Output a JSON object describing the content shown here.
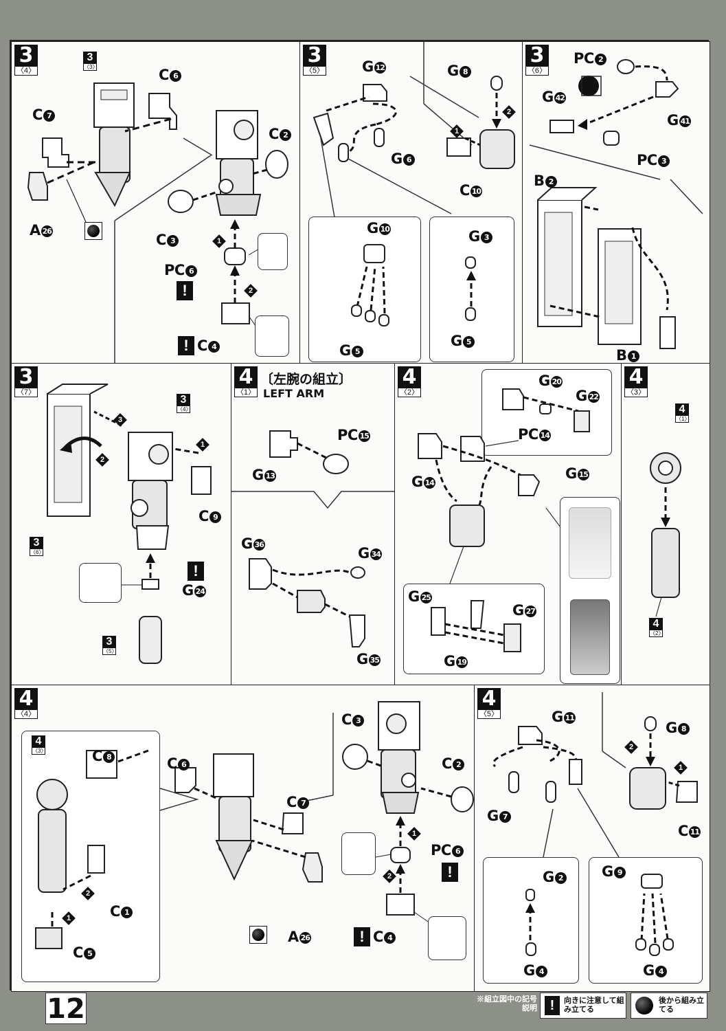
{
  "page_number": "12",
  "panels": {
    "p3_4": {
      "step": "3",
      "sub": "〈4〉",
      "ref": {
        "n": "3",
        "s": "〈3〉"
      },
      "labels": {
        "c6": "C",
        "c7": "C",
        "c2": "C",
        "c3": "C",
        "a26": "A",
        "pc6": "PC",
        "c4": "C"
      },
      "nums": {
        "c6": "6",
        "c7": "7",
        "c2": "2",
        "c3": "3",
        "a26": "26",
        "pc6": "6",
        "c4": "4"
      }
    },
    "p3_5": {
      "step": "3",
      "sub": "〈5〉",
      "labels": {
        "g12": "G",
        "g8": "G",
        "g6": "G",
        "c10": "C",
        "g10": "G",
        "g3": "G",
        "g5a": "G",
        "g5b": "G"
      },
      "nums": {
        "g12": "12",
        "g8": "8",
        "g6": "6",
        "c10": "10",
        "g10": "10",
        "g3": "3",
        "g5a": "5",
        "g5b": "5"
      }
    },
    "p3_6": {
      "step": "3",
      "sub": "〈6〉",
      "labels": {
        "pc2": "PC",
        "g42": "G",
        "g41": "G",
        "pc3": "PC",
        "b2": "B",
        "b1": "B"
      },
      "nums": {
        "pc2": "2",
        "g42": "42",
        "g41": "41",
        "pc3": "3",
        "b2": "2",
        "b1": "1"
      }
    },
    "p3_7": {
      "step": "3",
      "sub": "〈7〉",
      "refs": {
        "r4": {
          "n": "3",
          "s": "〈4〉"
        },
        "r6": {
          "n": "3",
          "s": "〈6〉"
        },
        "r5": {
          "n": "3",
          "s": "〈5〉"
        }
      },
      "labels": {
        "c9": "C",
        "g24": "G"
      },
      "nums": {
        "c9": "9",
        "g24": "24"
      }
    },
    "p4_1": {
      "step": "4",
      "sub": "〈1〉",
      "title_jp": "〔左腕の組立〕",
      "title_en": "LEFT ARM",
      "labels": {
        "pc15": "PC",
        "g13": "G",
        "g36": "G",
        "g34": "G",
        "g35": "G"
      },
      "nums": {
        "pc15": "15",
        "g13": "13",
        "g36": "36",
        "g34": "34",
        "g35": "35"
      }
    },
    "p4_2": {
      "step": "4",
      "sub": "〈2〉",
      "labels": {
        "g20": "G",
        "g22": "G",
        "pc14": "PC",
        "g14": "G",
        "g15": "G",
        "g25": "G",
        "g27": "G",
        "g19": "G"
      },
      "nums": {
        "g20": "20",
        "g22": "22",
        "pc14": "14",
        "g14": "14",
        "g15": "15",
        "g25": "25",
        "g27": "27",
        "g19": "19"
      }
    },
    "p4_3": {
      "step": "4",
      "sub": "〈3〉",
      "refs": {
        "top": {
          "n": "4",
          "s": "〈1〉"
        },
        "bottom": {
          "n": "4",
          "s": "〈2〉"
        }
      }
    },
    "p4_4": {
      "step": "4",
      "sub": "〈4〉",
      "ref": {
        "n": "4",
        "s": "〈3〉"
      },
      "labels": {
        "c8": "C",
        "c6": "C",
        "c7": "C",
        "c1": "C",
        "c5": "C",
        "a26": "A",
        "c3": "C",
        "c2": "C",
        "pc6": "PC",
        "c4": "C"
      },
      "nums": {
        "c8": "8",
        "c6": "6",
        "c7": "7",
        "c1": "1",
        "c5": "5",
        "a26": "26",
        "c3": "3",
        "c2": "2",
        "pc6": "6",
        "c4": "4"
      }
    },
    "p4_5": {
      "step": "4",
      "sub": "〈5〉",
      "labels": {
        "g11": "G",
        "g8": "G",
        "g7": "G",
        "c11": "C",
        "g2": "G",
        "g9": "G",
        "g4a": "G",
        "g4b": "G"
      },
      "nums": {
        "g11": "11",
        "g8": "8",
        "g7": "7",
        "c11": "11",
        "g2": "2",
        "g9": "9",
        "g4a": "4",
        "g4b": "4"
      }
    }
  },
  "steps_markers": {
    "one": "1",
    "two": "2",
    "three": "3"
  },
  "legend": {
    "title": "※組立図中の記号説明",
    "caution_icon": "!",
    "caution_text": "向きに注意して組み立てる",
    "later_text": "後から組み立てる"
  }
}
